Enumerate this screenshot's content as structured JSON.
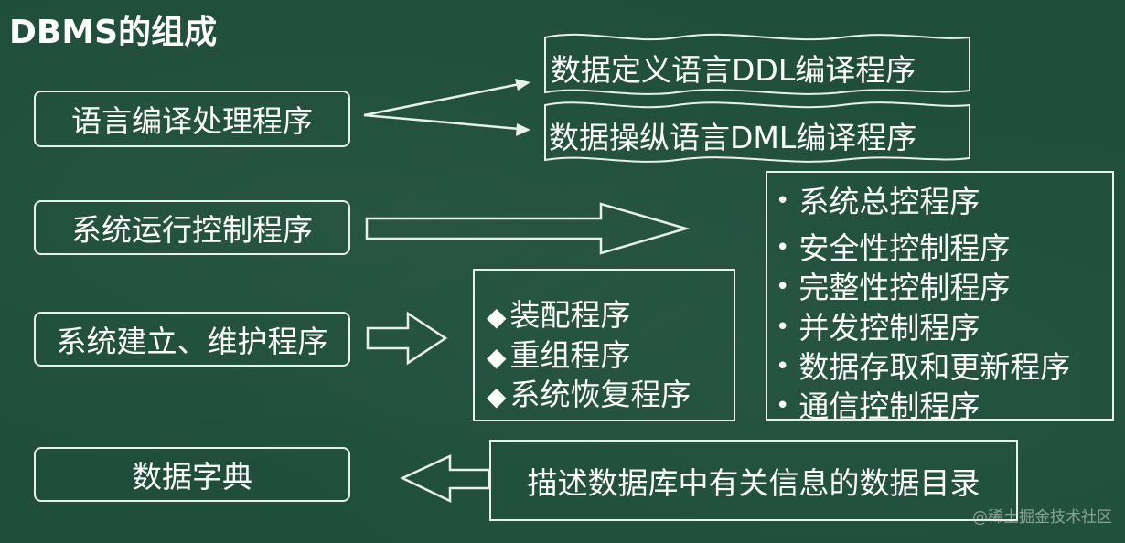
{
  "title": "DBMS的组成",
  "left_boxes": [
    "语言编译处理程序",
    "系统运行控制程序",
    "系统建立、维护程序",
    "数据字典"
  ],
  "compiler_programs": [
    "数据定义语言DDL编译程序",
    "数据操纵语言DML编译程序"
  ],
  "runtime_control_programs": [
    "系统总控程序",
    "安全性控制程序",
    "完整性控制程序",
    "并发控制程序",
    "数据存取和更新程序",
    "通信控制程序"
  ],
  "maintenance_programs": [
    "装配程序",
    "重组程序",
    "系统恢复程序"
  ],
  "dictionary_description": "描述数据库中有关信息的数据目录",
  "watermark": "@稀土掘金技术社区",
  "bullet_symbol": "•",
  "diamond_symbol": "◆",
  "colors": {
    "board": "#1f4e3c",
    "chalk": "#e9efe9"
  }
}
